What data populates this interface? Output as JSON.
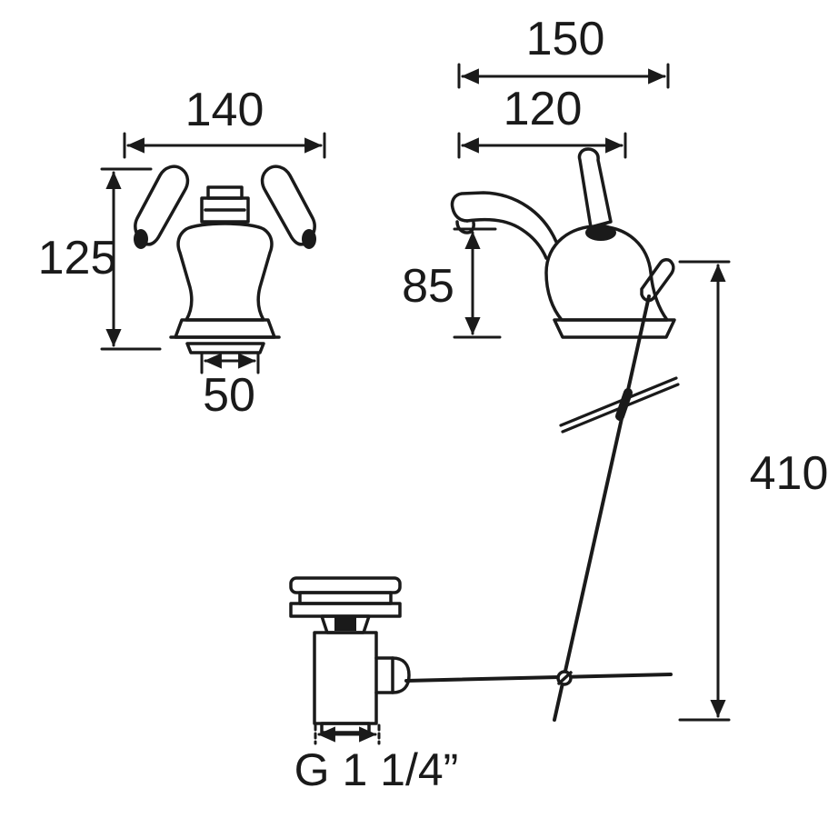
{
  "canvas": {
    "background": "#ffffff",
    "line_color": "#1a1a1a"
  },
  "labels": {
    "front_width": "140",
    "front_height": "125",
    "front_base_width": "50",
    "side_depth_total": "150",
    "side_depth_spout": "120",
    "spout_height": "85",
    "overall_height": "410",
    "waste_size": "G 1 1/4”"
  }
}
